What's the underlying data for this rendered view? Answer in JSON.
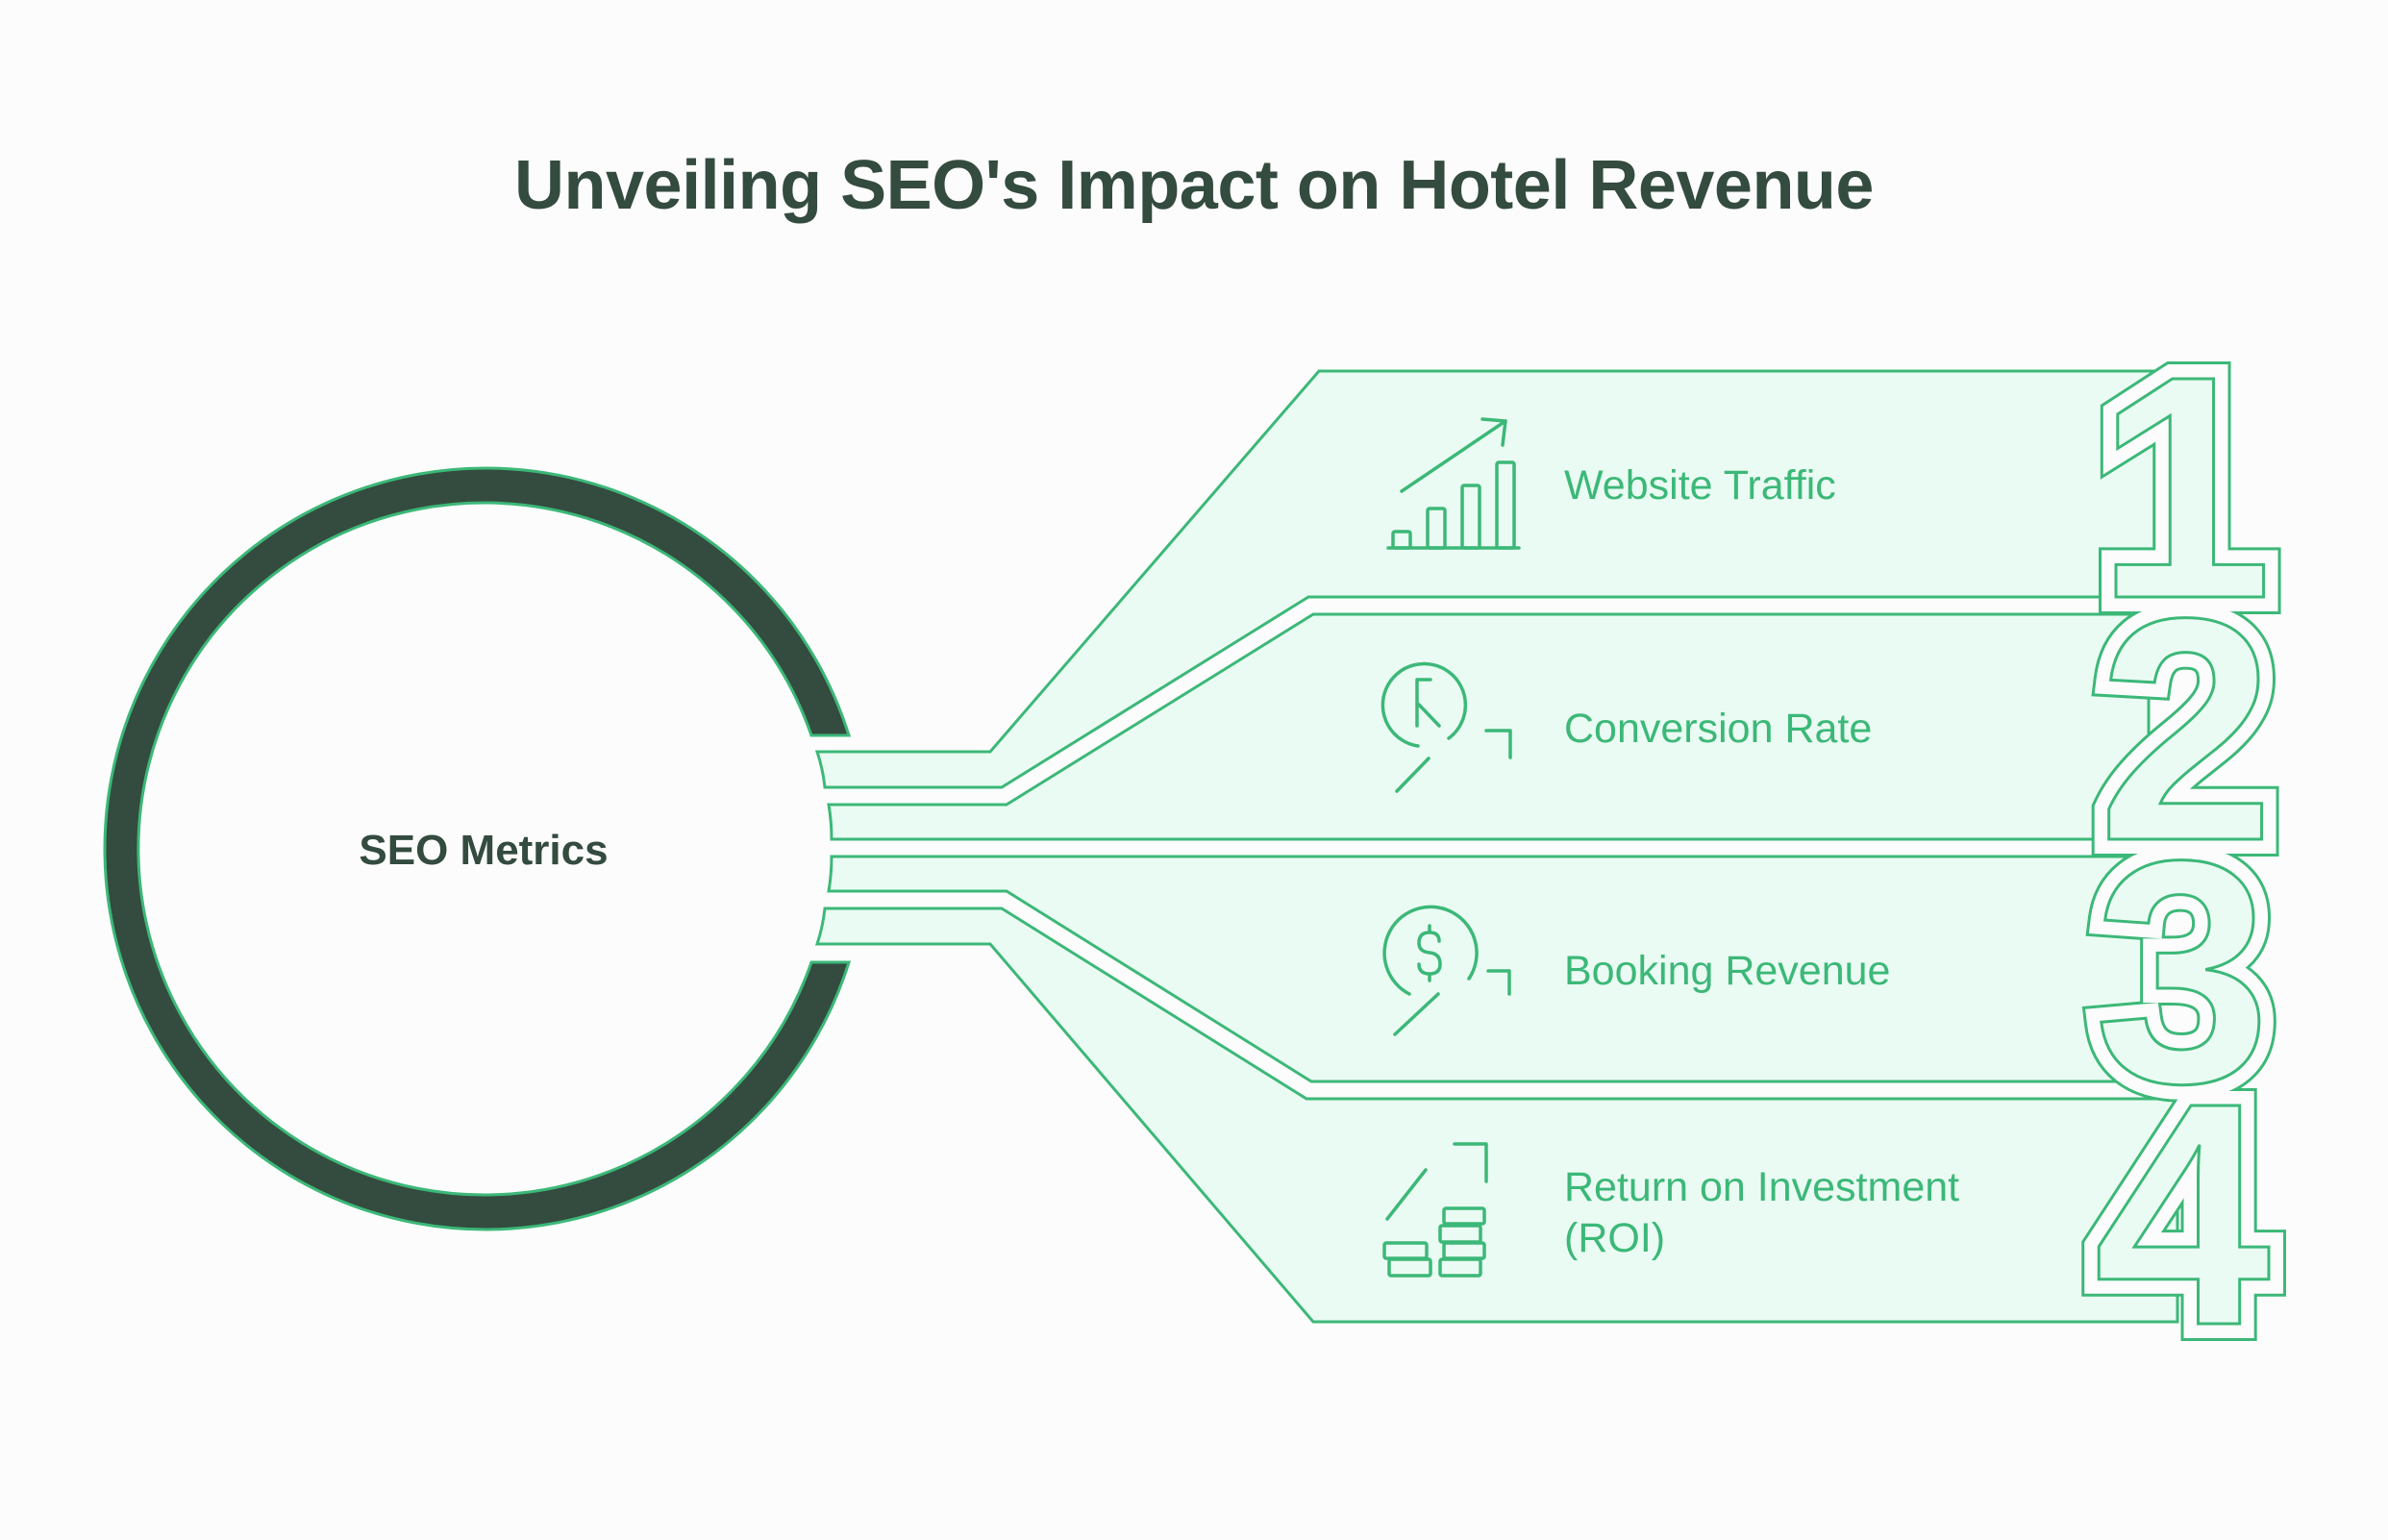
{
  "title": "Unveiling SEO's Impact on Hotel Revenue",
  "center": {
    "label": "SEO Metrics"
  },
  "items": [
    {
      "number": "1",
      "label": "Website Traffic",
      "label_line2": "",
      "icon": "bar-chart-growth-icon"
    },
    {
      "number": "2",
      "label": "Conversion Rate",
      "label_line2": "",
      "icon": "registered-trend-icon"
    },
    {
      "number": "3",
      "label": "Booking Revenue",
      "label_line2": "",
      "icon": "dollar-trend-icon"
    },
    {
      "number": "4",
      "label": "Return on Investment",
      "label_line2": "(ROI)",
      "icon": "coins-growth-icon"
    }
  ],
  "colors": {
    "background": "#fcfcfc",
    "dark": "#344b3f",
    "accent": "#3cb878",
    "panel_fill": "#eafbf3"
  }
}
